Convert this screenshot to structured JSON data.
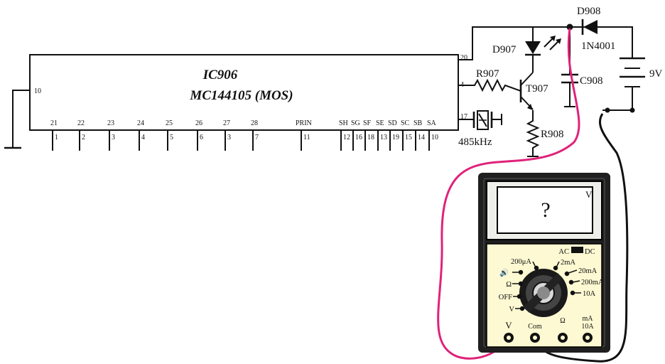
{
  "ic": {
    "name": "IC906",
    "part": "MC144105 (MOS)",
    "left_pin": "10",
    "top_pins": [
      "21",
      "22",
      "23",
      "24",
      "25",
      "26",
      "27",
      "28",
      "PRIN",
      "SH",
      "SG",
      "SF",
      "SE",
      "SD",
      "SC",
      "SB",
      "SA"
    ],
    "bottom_pins": [
      "1",
      "2",
      "3",
      "4",
      "5",
      "6",
      "3",
      "7",
      "11",
      "12",
      "16",
      "18",
      "13",
      "19",
      "15",
      "14",
      "10"
    ],
    "right_pins": [
      "20",
      "4",
      "17"
    ]
  },
  "components": {
    "diode_top": "D908",
    "diode_top_type": "1N4001",
    "led": "D907",
    "resistor_base": "R907",
    "transistor": "T907",
    "resistor_emitter": "R908",
    "capacitor": "C908",
    "crystal_freq": "485kHz",
    "battery": "9V"
  },
  "meter": {
    "display_value": "?",
    "display_unit": "V",
    "ac_label": "AC",
    "dc_label": "DC",
    "dial_left": [
      "200μA",
      "Ω",
      "OFF",
      "V"
    ],
    "dial_right": [
      "2mA",
      "20mA",
      "200mA",
      "10A"
    ],
    "jack_labels": [
      "V",
      "Com",
      "mA",
      "10A"
    ]
  }
}
